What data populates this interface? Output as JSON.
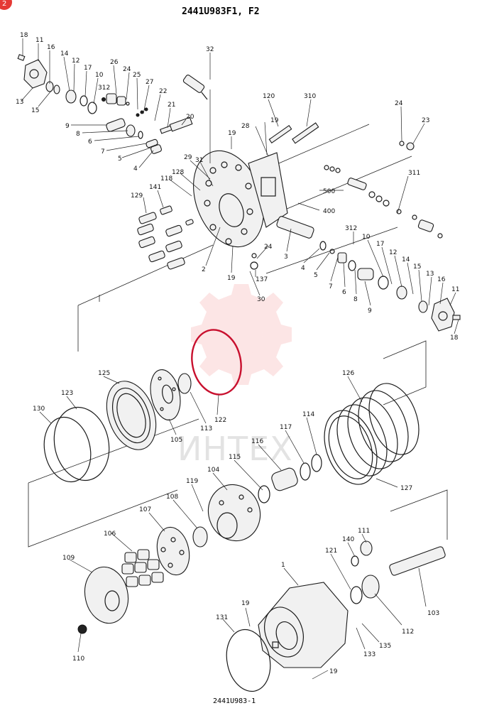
{
  "header": {
    "title": "2441U983F1, F2",
    "badge": "2"
  },
  "footer": {
    "drawing_number": "2441U983-1"
  },
  "watermark": {
    "text": "ИНТЕХ",
    "color": "#e53935"
  },
  "colors": {
    "line": "#1a1a1a",
    "highlight_ring": "#c8102e",
    "badge": "#e53935"
  },
  "callouts": {
    "c18a": "18",
    "c11a": "11",
    "c16a": "16",
    "c14a": "14",
    "c12a": "12",
    "c17a": "17",
    "c13a": "13",
    "c15a": "15",
    "c10a": "10",
    "c312a": "312",
    "c26": "26",
    "c24a": "24",
    "c25": "25",
    "c27": "27",
    "c22": "22",
    "c9a": "9",
    "c8a": "8",
    "c6a": "6",
    "c7a": "7",
    "c5a": "5",
    "c4a": "4",
    "c21": "21",
    "c20": "20",
    "c32": "32",
    "c120": "120",
    "c310": "310",
    "c19a": "19",
    "c28": "28",
    "c19b": "19",
    "c24b": "24",
    "c23": "23",
    "c29": "29",
    "c31": "31",
    "c128": "128",
    "c118": "118",
    "c141": "141",
    "c129": "129",
    "c311": "311",
    "c500": "500",
    "c400": "400",
    "c312b": "312",
    "c10b": "10",
    "c17b": "17",
    "c12b": "12",
    "c14b": "14",
    "c15b": "15",
    "c13b": "13",
    "c16b": "16",
    "c11b": "11",
    "c18b": "18",
    "c24c": "24",
    "c137": "137",
    "c3": "3",
    "c4b": "4",
    "c5b": "5",
    "c7b": "7",
    "c6b": "6",
    "c8b": "8",
    "c9b": "9",
    "c2": "2",
    "c19c": "19",
    "c30": "30",
    "c125": "125",
    "c113": "113",
    "c122": "122",
    "c105": "105",
    "c123": "123",
    "c130": "130",
    "c126": "126",
    "c114": "114",
    "c117": "117",
    "c116": "116",
    "c115": "115",
    "c127": "127",
    "c104": "104",
    "c119": "119",
    "c108": "108",
    "c107": "107",
    "c106": "106",
    "c109": "109",
    "c110": "110",
    "c111": "111",
    "c140": "140",
    "c121": "121",
    "c1": "1",
    "c103": "103",
    "c112": "112",
    "c135": "135",
    "c133": "133",
    "c19d": "19",
    "c131": "131",
    "c19e": "19"
  }
}
